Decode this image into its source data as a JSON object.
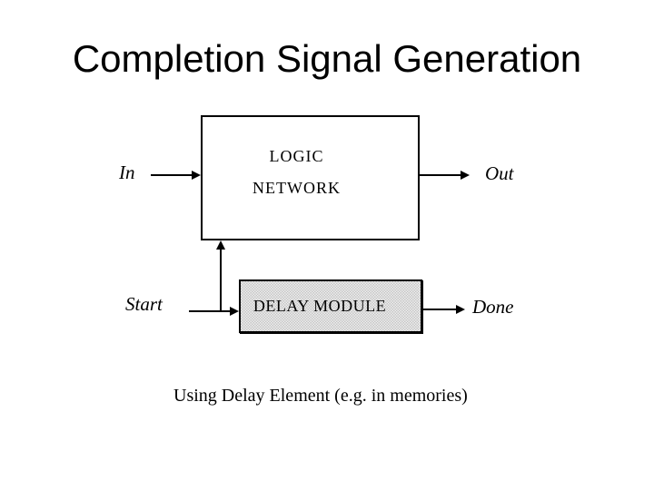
{
  "slide": {
    "title": "Completion Signal Generation",
    "caption": "Using Delay Element (e.g. in memories)"
  },
  "diagram": {
    "logic_box": {
      "line1": "LOGIC",
      "line2": "NETWORK"
    },
    "delay_box": {
      "label": "DELAY MODULE"
    },
    "signals": {
      "in": "In",
      "out": "Out",
      "start": "Start",
      "done": "Done"
    },
    "colors": {
      "background": "#ffffff",
      "line": "#000000",
      "text": "#000000",
      "delay_fill": "#dcdcdc"
    }
  }
}
